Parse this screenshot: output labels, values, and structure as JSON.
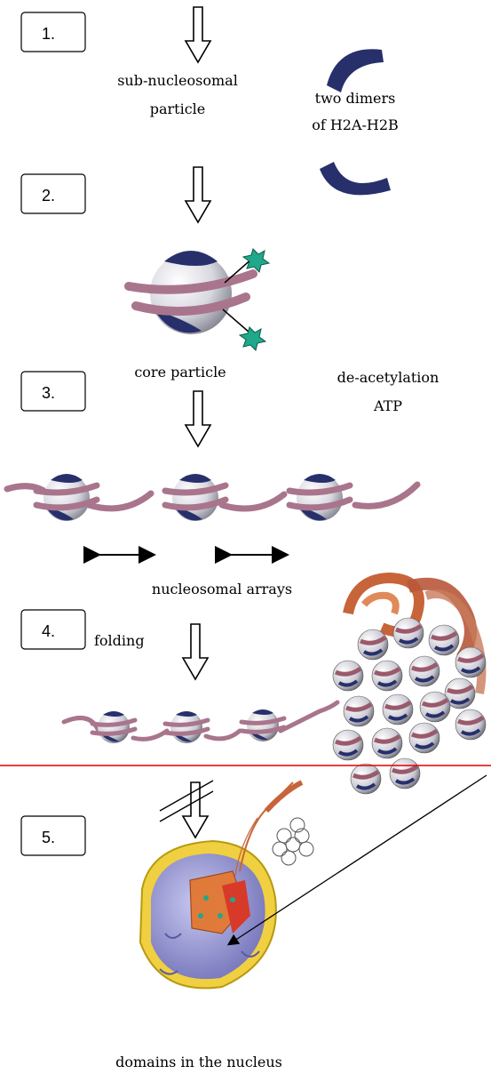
{
  "steps": [
    {
      "label": "1."
    },
    {
      "label": "2."
    },
    {
      "label": "3."
    },
    {
      "label": "4."
    },
    {
      "label": "5."
    }
  ],
  "labels": {
    "sub_nucleosomal_1": "sub-nucleosomal",
    "sub_nucleosomal_2": "particle",
    "two_dimers_1": "two dimers",
    "two_dimers_2": "of H2A-H2B",
    "core_particle": "core particle",
    "deacetylation": "de-acetylation",
    "atp": "ATP",
    "nucleosomal_arrays": "nucleosomal arrays",
    "folding": "folding",
    "domains": "domains in the nucleus"
  },
  "colors": {
    "histone_blue": "#27306b",
    "histone_white": "#e6e6ec",
    "dna_pink": "#a9758c",
    "acetyl_green": "#1fa88a",
    "divider_red": "#e00000",
    "fiber_orange": "#c8643a",
    "nucleus_yellow": "#f0d040",
    "nucleus_purple": "#9a9ad8"
  }
}
